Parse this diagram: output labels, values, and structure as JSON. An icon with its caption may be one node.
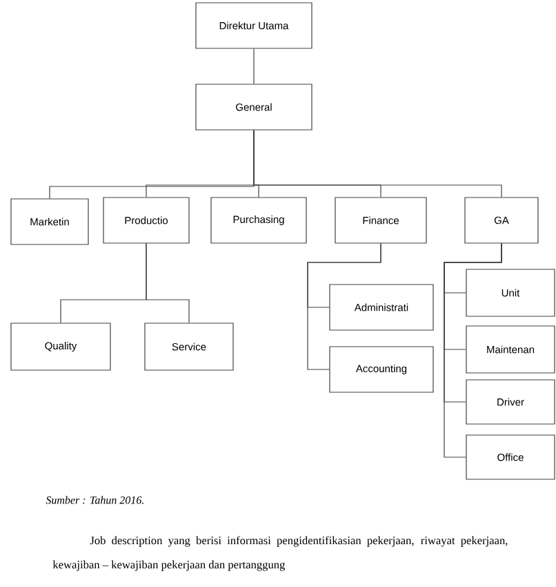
{
  "diagram": {
    "caption": "Sumber : Tahun 2016.",
    "nodes": [
      {
        "text": [
          "Direktur Utama"
        ]
      },
      {
        "text": [
          "General"
        ]
      },
      {
        "text": [
          "Marketin"
        ]
      },
      {
        "text": [
          "Productio"
        ]
      },
      {
        "text": [
          "Purchasing"
        ]
      },
      {
        "text": [
          "Finance"
        ]
      },
      {
        "text": [
          "GA"
        ]
      },
      {
        "text": [
          "Quality"
        ]
      },
      {
        "text": [
          "Service"
        ]
      },
      {
        "text": [
          "Administrati"
        ]
      },
      {
        "text": [
          "Accounting"
        ]
      },
      {
        "text": [
          "Unit"
        ]
      },
      {
        "text": [
          "Maintenan"
        ]
      },
      {
        "text": [
          "Driver"
        ]
      },
      {
        "text": [
          "Office"
        ]
      }
    ],
    "edges": [
      {
        "from": 0,
        "to": 1,
        "arrow": "none"
      },
      {
        "from": 1,
        "to": 2,
        "arrow": "none"
      },
      {
        "from": 1,
        "to": 3,
        "arrow": "none"
      },
      {
        "from": 1,
        "to": 4,
        "arrow": "none"
      },
      {
        "from": 1,
        "to": 5,
        "arrow": "none"
      },
      {
        "from": 1,
        "to": 6,
        "arrow": "none"
      },
      {
        "from": 3,
        "to": 7,
        "arrow": "none"
      },
      {
        "from": 3,
        "to": 8,
        "arrow": "none"
      },
      {
        "from": 5,
        "to": 9,
        "arrow": "none"
      },
      {
        "from": 5,
        "to": 10,
        "arrow": "none"
      },
      {
        "from": 6,
        "to": 11,
        "arrow": "none"
      },
      {
        "from": 6,
        "to": 12,
        "arrow": "none"
      },
      {
        "from": 6,
        "to": 13,
        "arrow": "none"
      },
      {
        "from": 6,
        "to": 14,
        "arrow": "none"
      }
    ],
    "labels": [
      "Job description yang berisi informasi pengidentifikasian pekerjaan, riwayat pekerjaan, kewajiban – kewajiban pekerjaan dan pertanggung"
    ]
  }
}
